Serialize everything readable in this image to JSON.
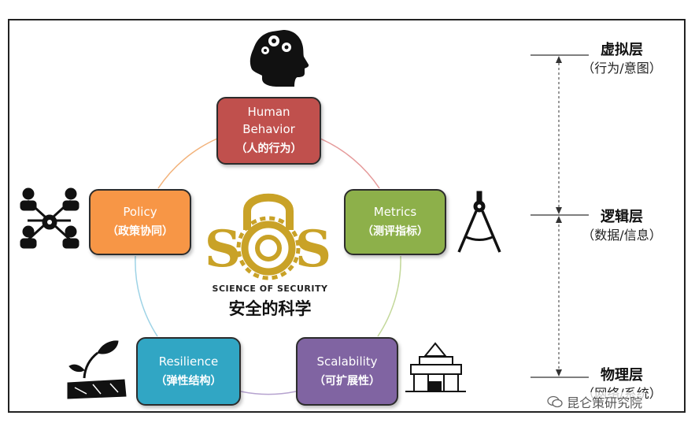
{
  "nodes": {
    "human": {
      "line1": "Human",
      "line2": "Behavior",
      "cn": "（人的行为）",
      "color": "#c0504d"
    },
    "metrics": {
      "line1": "Metrics",
      "cn": "（测评指标）",
      "color": "#8db04a"
    },
    "policy": {
      "line1": "Policy",
      "cn": "（政策协同）",
      "color": "#f79646"
    },
    "resilience": {
      "line1": "Resilience",
      "cn": "（弹性结构）",
      "color": "#31a6c4"
    },
    "scalability": {
      "line1": "Scalability",
      "cn": "（可扩展性）",
      "color": "#8064a2"
    }
  },
  "center": {
    "logo_text": "SOS",
    "subtitle": "SCIENCE OF SECURITY",
    "title": "安全的科学",
    "logo_color": "#c9a227"
  },
  "layers": [
    {
      "title": "虚拟层",
      "subtitle": "（行为/意图）"
    },
    {
      "title": "逻辑层",
      "subtitle": "（数据/信息）"
    },
    {
      "title": "物理层",
      "subtitle": "（网络/系统）"
    }
  ],
  "icons": [
    "head-gears-icon",
    "network-people-icon",
    "compass-icon",
    "sprout-icon",
    "building-blocks-icon"
  ],
  "watermark": "昆仑策研究院"
}
